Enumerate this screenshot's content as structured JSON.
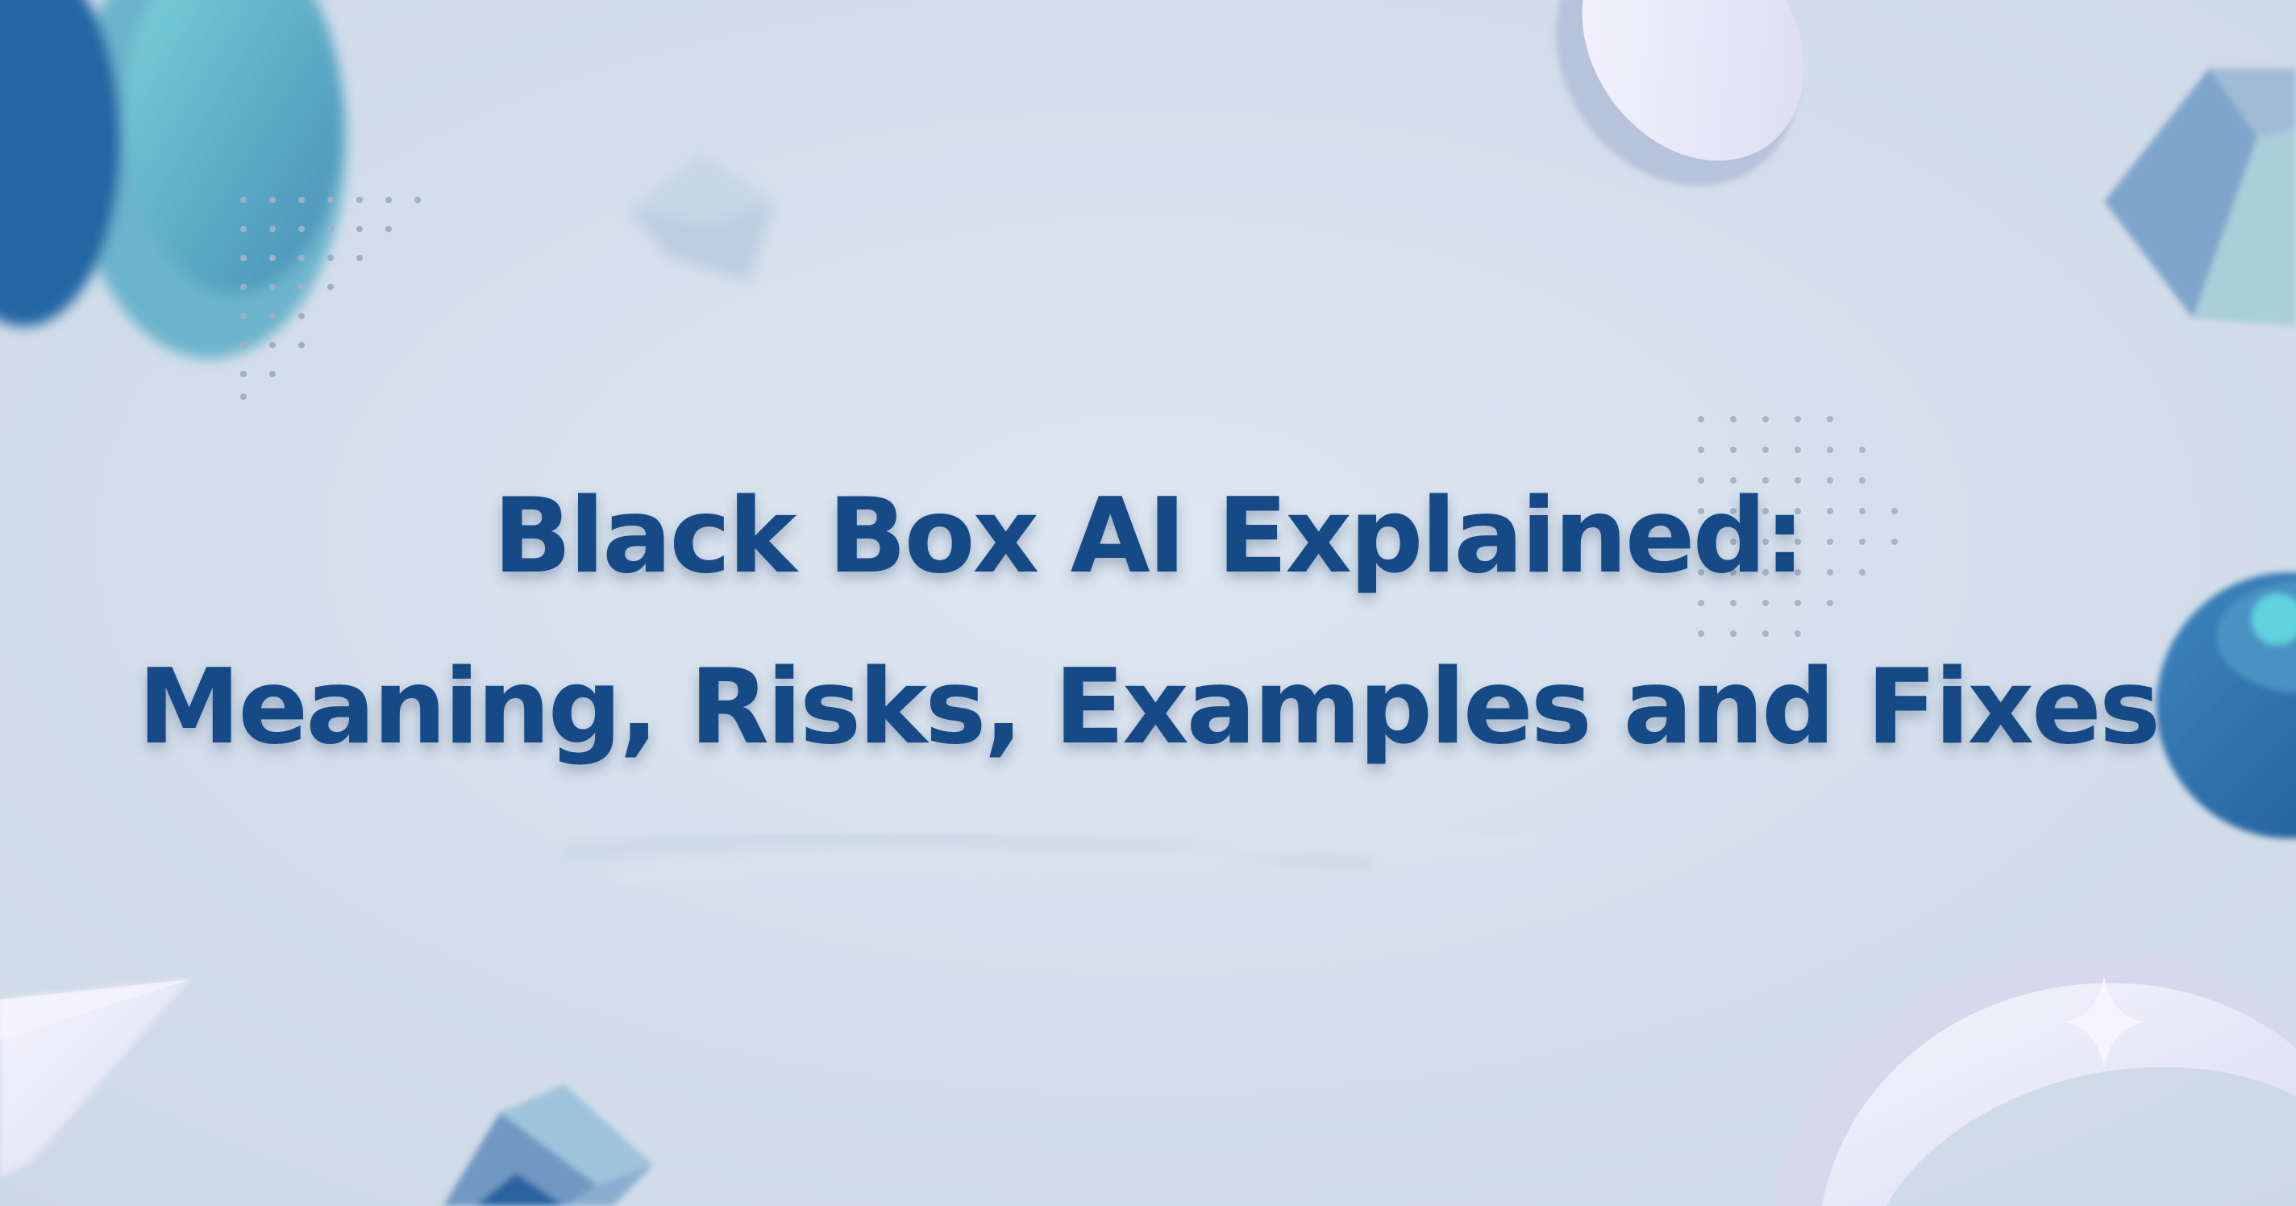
{
  "hero": {
    "title_line_1": "Black Box AI Explained:",
    "title_line_2": "Meaning, Risks, Examples and Fixes"
  },
  "colors": {
    "background": "#d3dde9",
    "title": "#154a86",
    "accent_blue": "#2d6ba3",
    "accent_teal": "#6cc6d2",
    "accent_lavender": "#efeff9"
  },
  "decorations": [
    "blue-teal-disc",
    "dot-grid",
    "faint-cube",
    "lavender-disc",
    "blue-cube",
    "teal-sphere",
    "lavender-cone",
    "blue-cube",
    "lavender-ring",
    "sparkle"
  ]
}
